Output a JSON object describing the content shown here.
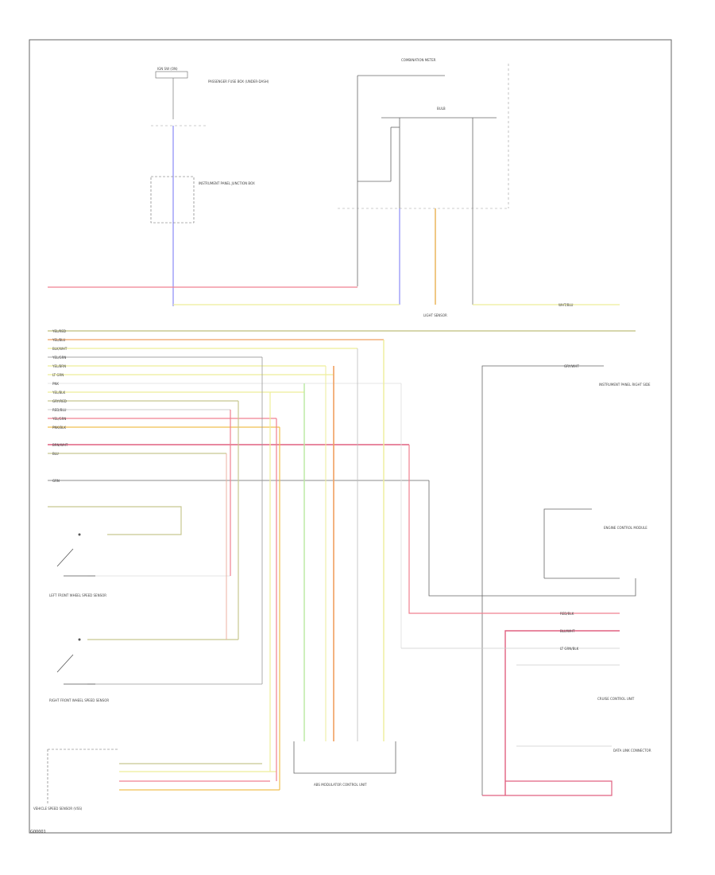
{
  "diagram": {
    "title_combination_meter": "COMBINATION METER",
    "combination_meter_inner": "BULB",
    "ignition_source": "IGN SW (ON)",
    "passenger_fuse_note": "PASSENGER FUSE BOX (UNDER-DASH)",
    "junction_box_note": "INSTRUMENT PANEL JUNCTION BOX",
    "left_front_sensor": "LEFT FRONT WHEEL SPEED SENSOR",
    "right_front_sensor": "RIGHT FRONT WHEEL SPEED SENSOR",
    "abs_module": "ABS MODULATOR CONTROL UNIT",
    "speed_sensor": "VEHICLE SPEED SENSOR (VSS)",
    "light_sensor": "LIGHT SENSOR",
    "instrument_panel_right": "INSTRUMENT PANEL RIGHT SIDE",
    "engine_control": "ENGINE CONTROL MODULE",
    "cruise_control": "CRUISE CONTROL UNIT",
    "data_link": "DATA LINK CONNECTOR",
    "wire_labels": [
      "WHT/BLU",
      "YEL/RED",
      "YEL/BLU",
      "BLK/WHT",
      "YEL/GRN",
      "YEL/BRN",
      "LT GRN",
      "PNK",
      "YEL/BLK",
      "GRY/RED",
      "RED/BLU",
      "YEL/GRN",
      "PNK/BLK",
      "BRN/WHT",
      "BLU",
      "GRN",
      "GRY/WHT",
      "RED/BLK",
      "BLU/WHT",
      "LT GRN/BLK"
    ],
    "footer_code": "G00001"
  }
}
